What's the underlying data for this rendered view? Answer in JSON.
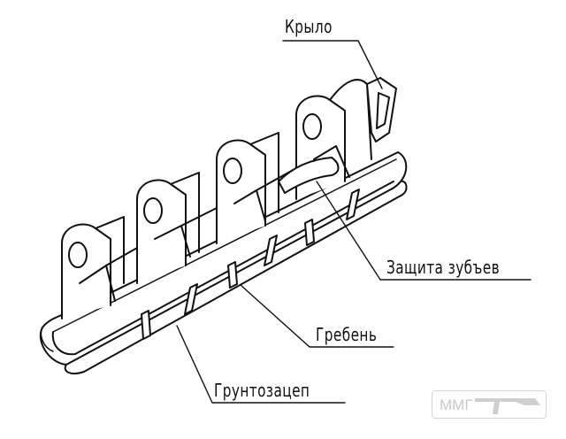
{
  "labels": {
    "wing": "Крыло",
    "tooth_guard": "Защита зубъев",
    "ridge": "Гребень",
    "grouser": "Грунтозацеп"
  },
  "watermark": "ММГ",
  "colors": {
    "line": "#111111",
    "background": "#ffffff",
    "watermark": "#c8c8c8"
  }
}
